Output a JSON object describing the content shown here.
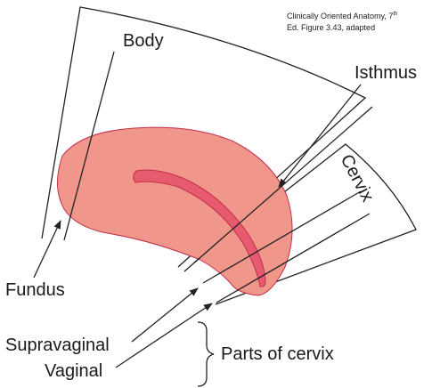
{
  "citation": {
    "line1_text": "Clinically Oriented Anatomy, 7",
    "line1_superscript": "th",
    "line2": "Ed. Figure 3.43, adapted"
  },
  "labels": {
    "body": "Body",
    "isthmus": "Isthmus",
    "cervix": "Cervix",
    "fundus": "Fundus",
    "supravaginal": "Supravaginal",
    "vaginal": "Vaginal",
    "parts_of_cervix": "Parts of cervix"
  },
  "colors": {
    "uterus_fill": "#f0968a",
    "uterus_stroke": "#c0304a",
    "cavity_fill": "#e85a70",
    "line": "#222222"
  }
}
